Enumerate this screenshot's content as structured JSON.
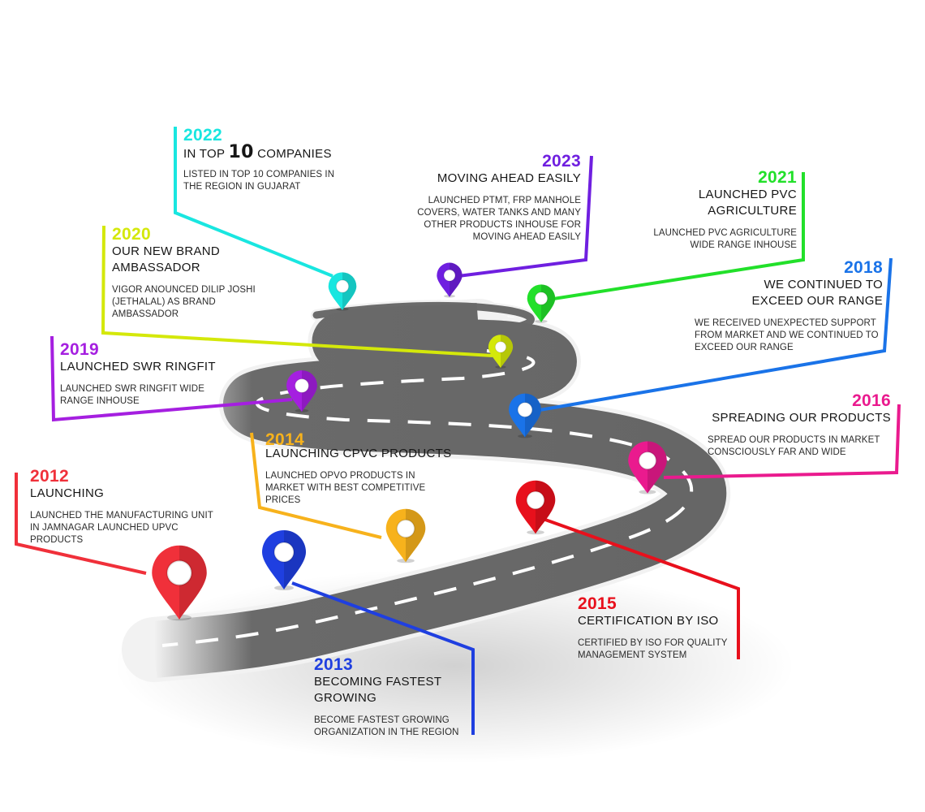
{
  "milestones": [
    {
      "id": "m2012",
      "year": "2012",
      "title": "LAUNCHING",
      "desc": "LAUNCHED THE MANUFACTURING UNIT IN JAMNAGAR LAUNCHED UPVC PRODUCTS",
      "color": "#f0303a"
    },
    {
      "id": "m2013",
      "year": "2013",
      "title": "BECOMING FASTEST GROWING",
      "desc": "BECOME FASTEST GROWING ORGANIZATION IN THE REGION",
      "color": "#1f3fe0"
    },
    {
      "id": "m2014",
      "year": "2014",
      "title": "LAUNCHING CPVC PRODUCTS",
      "desc": "LAUNCHED OPVO PRODUCTS IN MARKET WITH BEST COMPETITIVE PRICES",
      "color": "#f7b21c"
    },
    {
      "id": "m2015",
      "year": "2015",
      "title": "CERTIFICATION BY ISO",
      "desc": "CERTIFIED BY ISO FOR QUALITY MANAGEMENT SYSTEM",
      "color": "#e8101c"
    },
    {
      "id": "m2016",
      "year": "2016",
      "title": "SPREADING OUR PRODUCTS",
      "desc": "SPREAD OUR PRODUCTS IN MARKET CONSCIOUSLY FAR AND WIDE",
      "color": "#ea1a8e"
    },
    {
      "id": "m2018",
      "year": "2018",
      "title": "WE CONTINUED TO EXCEED OUR RANGE",
      "desc": "WE RECEIVED UNEXPECTED SUPPORT FROM MARKET AND WE CONTINUED TO EXCEED OUR RANGE",
      "color": "#1a73e8"
    },
    {
      "id": "m2019",
      "year": "2019",
      "title": "LAUNCHED SWR RINGFIT",
      "desc": "LAUNCHED SWR RINGFIT WIDE RANGE INHOUSE",
      "color": "#a51fe0"
    },
    {
      "id": "m2020",
      "year": "2020",
      "title": "OUR NEW BRAND AMBASSADOR",
      "desc": "VIGOR ANOUNCED DILIP JOSHI (JETHALAL) AS BRAND AMBASSADOR",
      "color": "#d4e80a"
    },
    {
      "id": "m2021",
      "year": "2021",
      "title": "LAUNCHED PVC AGRICULTURE",
      "desc": "LAUNCHED PVC AGRICULTURE WIDE RANGE INHOUSE",
      "color": "#22e02a"
    },
    {
      "id": "m2022",
      "year": "2022",
      "title_pre": "IN TOP ",
      "title_num": "10",
      "title_post": " COMPANIES",
      "desc": "LISTED IN TOP 10 COMPANIES IN THE REGION IN GUJARAT",
      "color": "#19e6e0"
    },
    {
      "id": "m2023",
      "year": "2023",
      "title": "MOVING AHEAD EASILY",
      "desc": "LAUNCHED PTMT, FRP MANHOLE COVERS, WATER TANKS AND MANY OTHER PRODUCTS INHOUSE FOR MOVING AHEAD EASILY",
      "color": "#6f1fe0"
    }
  ]
}
